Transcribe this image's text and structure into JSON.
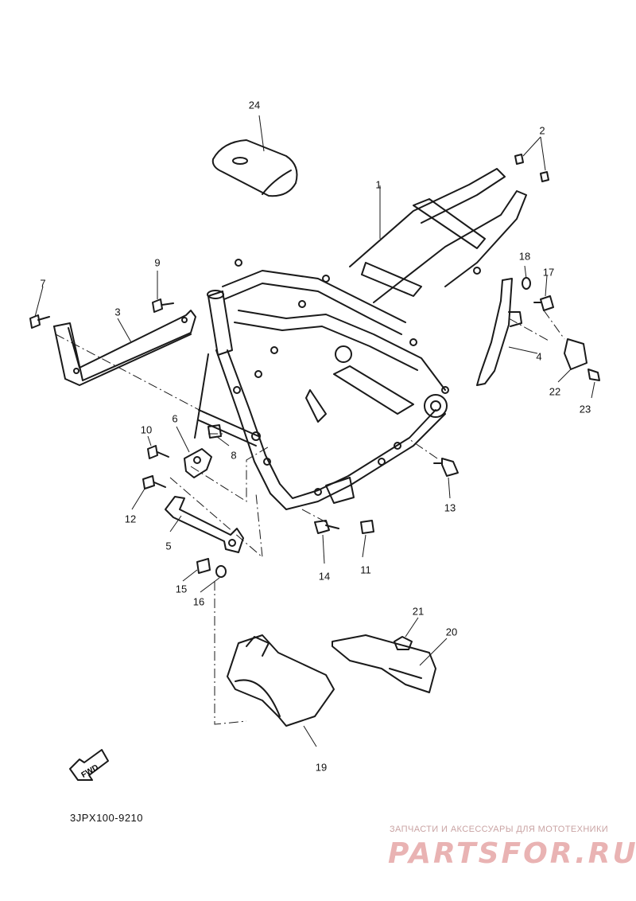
{
  "labels": {
    "p1": "1",
    "p2": "2",
    "p3": "3",
    "p4": "4",
    "p5": "5",
    "p6": "6",
    "p7": "7",
    "p8": "8",
    "p9": "9",
    "p10": "10",
    "p11": "11",
    "p12": "12",
    "p13": "13",
    "p14": "14",
    "p15": "15",
    "p16": "16",
    "p17": "17",
    "p18": "18",
    "p19": "19",
    "p20": "20",
    "p21": "21",
    "p22": "22",
    "p23": "23",
    "p24": "24"
  },
  "fwd": "FWD",
  "catalog_code": "3JPX100-9210",
  "watermark": {
    "tagline": "ЗАПЧАСТИ И АКСЕССУАРЫ ДЛЯ МОТОТЕХНИКИ",
    "logo": "PARTSFOR.RU"
  },
  "colors": {
    "line": "#1a1a1a",
    "watermark": "#e9b3b3"
  }
}
